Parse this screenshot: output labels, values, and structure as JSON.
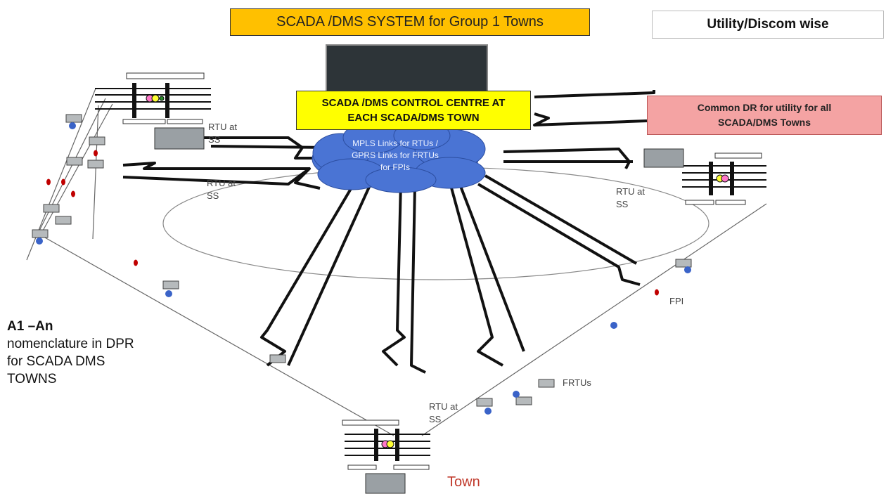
{
  "title": "SCADA /DMS SYSTEM for Group 1 Towns",
  "utility_label": "Utility/Discom wise",
  "control_centre": {
    "line1": "SCADA /DMS  CONTROL  CENTRE AT",
    "line2": "EACH SCADA/DMS TOWN"
  },
  "disaster_recovery": {
    "line1": "Common DR for utility  for all",
    "line2": "SCADA/DMS Towns"
  },
  "cloud": {
    "line1": "MPLS Links  for RTUs /",
    "line2": "GPRS Links  for FRTUs",
    "line3": "for FPIs"
  },
  "labels": {
    "rtu_top_left": "RTU at\nSS",
    "rtu_mid_left": "RTU at\nSS",
    "rtu_right": "RTU at\nSS",
    "rtu_bottom": "RTU at\nSS",
    "fpi": "FPI",
    "frtus": "FRTUs"
  },
  "nomenclature": {
    "bold": "A1 –An",
    "text": "nomenclature  in DPR for SCADA DMS TOWNS"
  },
  "town": "Town",
  "colors": {
    "title_fill": "#ffc000",
    "control_centre_fill": "#ffff00",
    "dr_fill": "#f4a3a3",
    "cloud_fill": "#4a74d4",
    "fpi_marker": "#c00000",
    "frtu_marker": "#3a63c8",
    "town_text": "#c0392b"
  }
}
